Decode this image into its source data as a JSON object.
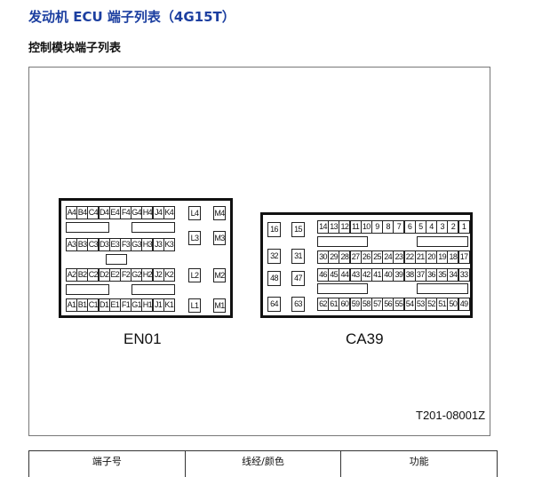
{
  "title": "发动机 ECU 端子列表（4G15T）",
  "subtitle": "控制模块端子列表",
  "figure_code": "T201-08001Z",
  "connectors": [
    {
      "name": "EN01",
      "rows": [
        [
          "A4",
          "B4",
          "C4",
          "D4",
          "E4",
          "F4",
          "G4",
          "H4",
          "J4",
          "K4"
        ],
        [
          "A3",
          "B3",
          "C3",
          "D3",
          "E3",
          "F3",
          "G3",
          "H3",
          "J3",
          "K3"
        ],
        [
          "A2",
          "B2",
          "C2",
          "D2",
          "E2",
          "F2",
          "G2",
          "H2",
          "J2",
          "K2"
        ],
        [
          "A1",
          "B1",
          "C1",
          "D1",
          "E1",
          "F1",
          "G1",
          "H1",
          "J1",
          "K1"
        ]
      ],
      "side_l": [
        "L4",
        "L3",
        "L2",
        "L1"
      ],
      "side_m": [
        "M4",
        "M3",
        "M2",
        "M1"
      ]
    },
    {
      "name": "CA39",
      "rows": [
        [
          "14",
          "13",
          "12",
          "11",
          "10",
          "9",
          "8",
          "7",
          "6",
          "5",
          "4",
          "3",
          "2",
          "1"
        ],
        [
          "30",
          "29",
          "28",
          "27",
          "26",
          "25",
          "24",
          "23",
          "22",
          "21",
          "20",
          "19",
          "18",
          "17"
        ],
        [
          "46",
          "45",
          "44",
          "43",
          "42",
          "41",
          "40",
          "39",
          "38",
          "37",
          "36",
          "35",
          "34",
          "33"
        ],
        [
          "62",
          "61",
          "60",
          "59",
          "58",
          "57",
          "56",
          "55",
          "54",
          "53",
          "52",
          "51",
          "50",
          "49"
        ]
      ],
      "side_a": [
        "16",
        "32",
        "48",
        "64"
      ],
      "side_b": [
        "15",
        "31",
        "47",
        "63"
      ]
    }
  ],
  "table": {
    "headers": [
      "端子号",
      "线经/颜色",
      "功能"
    ]
  }
}
